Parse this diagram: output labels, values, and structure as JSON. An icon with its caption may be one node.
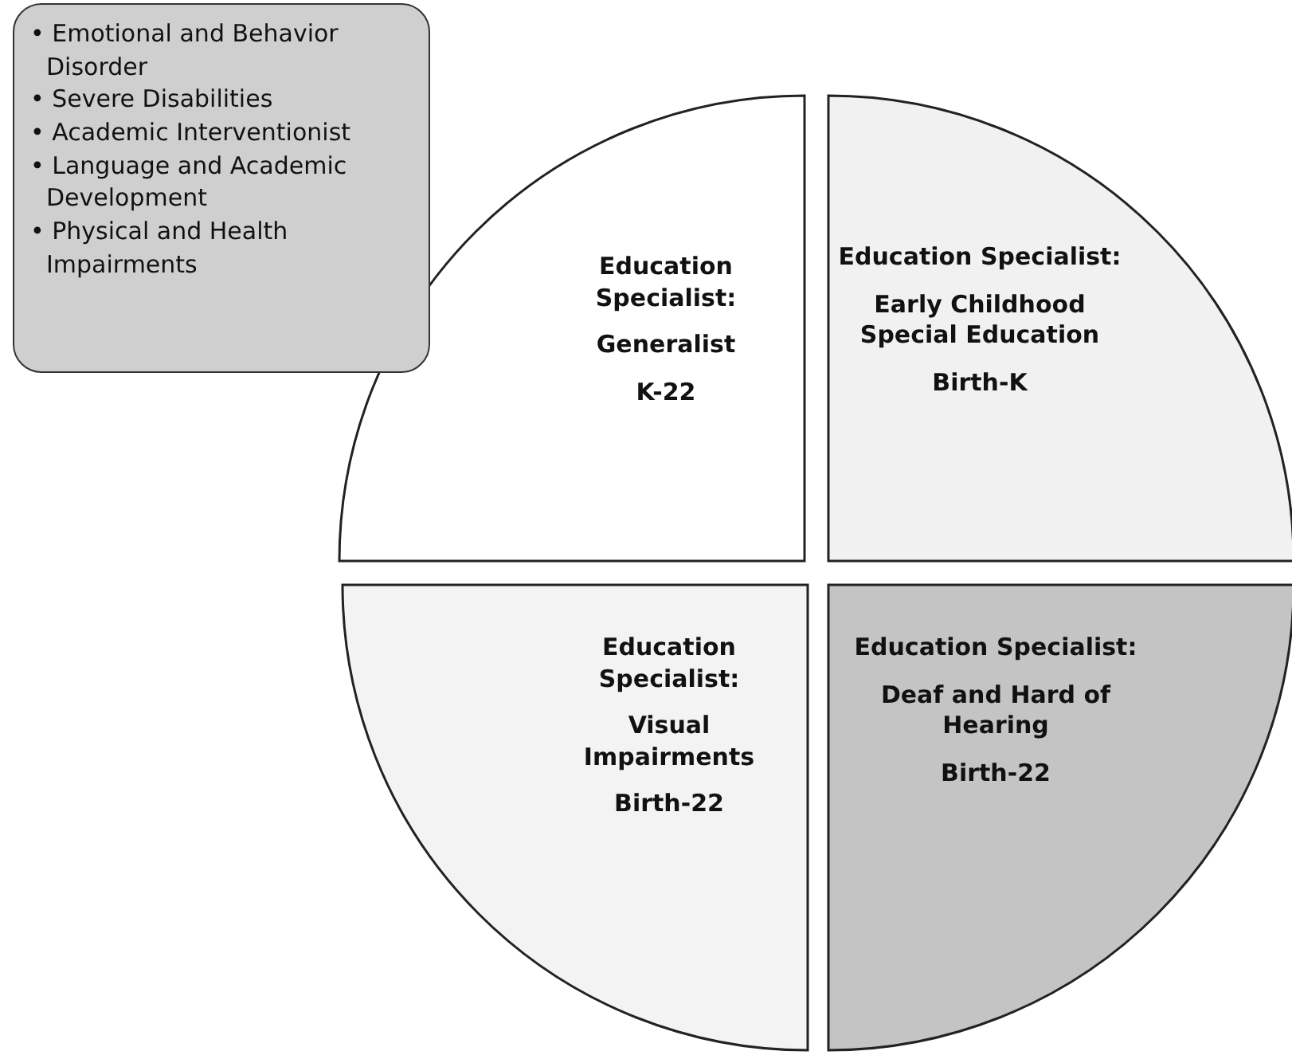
{
  "diagram": {
    "nodes": [
      {
        "text": [
          "Education Specialist:",
          "Generalist",
          "K-22"
        ]
      },
      {
        "text": [
          "Education Specialist:",
          "Early Childhood Special Education",
          "Birth-K"
        ]
      },
      {
        "text": [
          "Education Specialist:",
          "Visual Impairments",
          "Birth-22"
        ]
      },
      {
        "text": [
          "Education Specialist:",
          "Deaf and Hard of Hearing",
          "Birth-22"
        ]
      },
      {
        "text": [
          "• Emotional and Behavior Disorder",
          "• Severe Disabilities",
          "• Academic Interventionist",
          "• Language and Academic Development",
          "• Physical and Health Impairments"
        ]
      }
    ]
  }
}
